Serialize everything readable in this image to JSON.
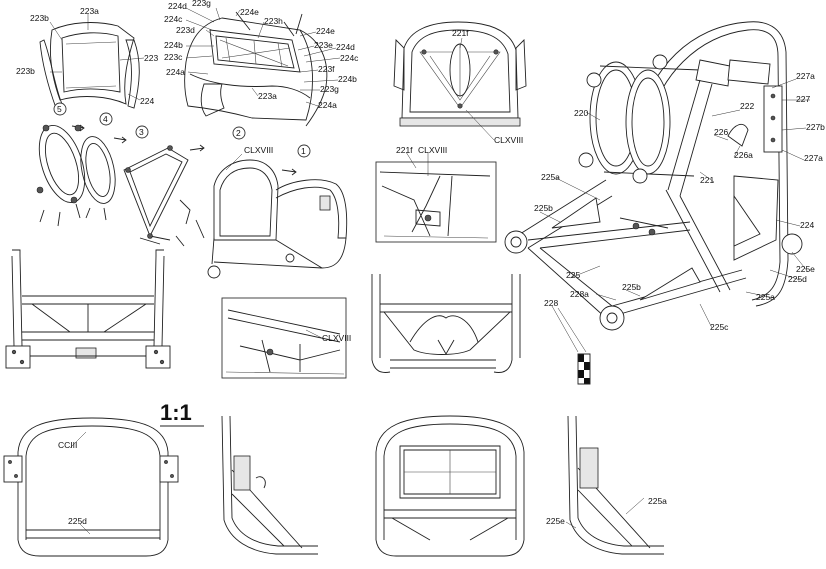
{
  "scale_label": "1:1",
  "step_numbers": [
    "1",
    "2",
    "3",
    "4",
    "5"
  ],
  "part_labels": {
    "p223": "223",
    "p223a": "223a",
    "p223b_top": "223b",
    "p223b_left": "223b",
    "p224_left": "224",
    "p224d_top": "224d",
    "p223g_top": "223g",
    "p224e_top": "224e",
    "p224c_left": "224c",
    "p223d": "223d",
    "p223h": "223h",
    "p224b_left": "224b",
    "p223c": "223c",
    "p224a_left": "224a",
    "p224e_right": "224e",
    "p223e": "223e",
    "p224d_right": "224d",
    "p224c_right": "224c",
    "p223f": "223f",
    "p224b_right": "224b",
    "p223g_right": "223g",
    "p223a_bottom": "223a",
    "p224a_bottom": "224a",
    "p221f_top": "221f",
    "clxviii_top": "CLXVIII",
    "clxviii_assembly": "CLXVIII",
    "p221f_detail": "221f",
    "clxviii_detail": "CLXVIII",
    "clxviii_mid": "CLXVIII",
    "p220": "220",
    "p222": "222",
    "p227a_top": "227a",
    "p227": "227",
    "p227b": "227b",
    "p226": "226",
    "p226a": "226a",
    "p227a_bottom": "227a",
    "p221": "221",
    "p225a_upper": "225a",
    "p225b_upper": "225b",
    "p224_right": "224",
    "p225e_right": "225e",
    "p225d_right": "225d",
    "p225_main": "225",
    "p225b_lower": "225b",
    "p225a_lower": "225a",
    "p228a": "228a",
    "p228": "228",
    "p225c": "225c",
    "ccii": "CCIII",
    "p225d_bottom": "225d",
    "p225a_bottom": "225a",
    "p225e_bottom": "225e"
  }
}
